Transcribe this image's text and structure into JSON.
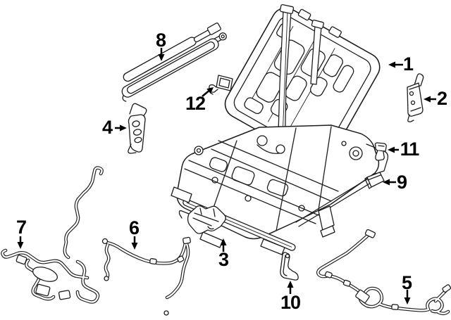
{
  "diagram": {
    "type": "exploded-parts-diagram",
    "subject": "rear-seat-frame-assembly",
    "background_color": "#ffffff",
    "line_color": "#1d1d1d",
    "label_color": "#000000",
    "callouts": [
      {
        "id": 1,
        "label": "1"
      },
      {
        "id": 2,
        "label": "2"
      },
      {
        "id": 3,
        "label": "3"
      },
      {
        "id": 4,
        "label": "4"
      },
      {
        "id": 5,
        "label": "5"
      },
      {
        "id": 6,
        "label": "6"
      },
      {
        "id": 7,
        "label": "7"
      },
      {
        "id": 8,
        "label": "8"
      },
      {
        "id": 9,
        "label": "9"
      },
      {
        "id": 10,
        "label": "10"
      },
      {
        "id": 11,
        "label": "11"
      },
      {
        "id": 12,
        "label": "12"
      }
    ]
  }
}
